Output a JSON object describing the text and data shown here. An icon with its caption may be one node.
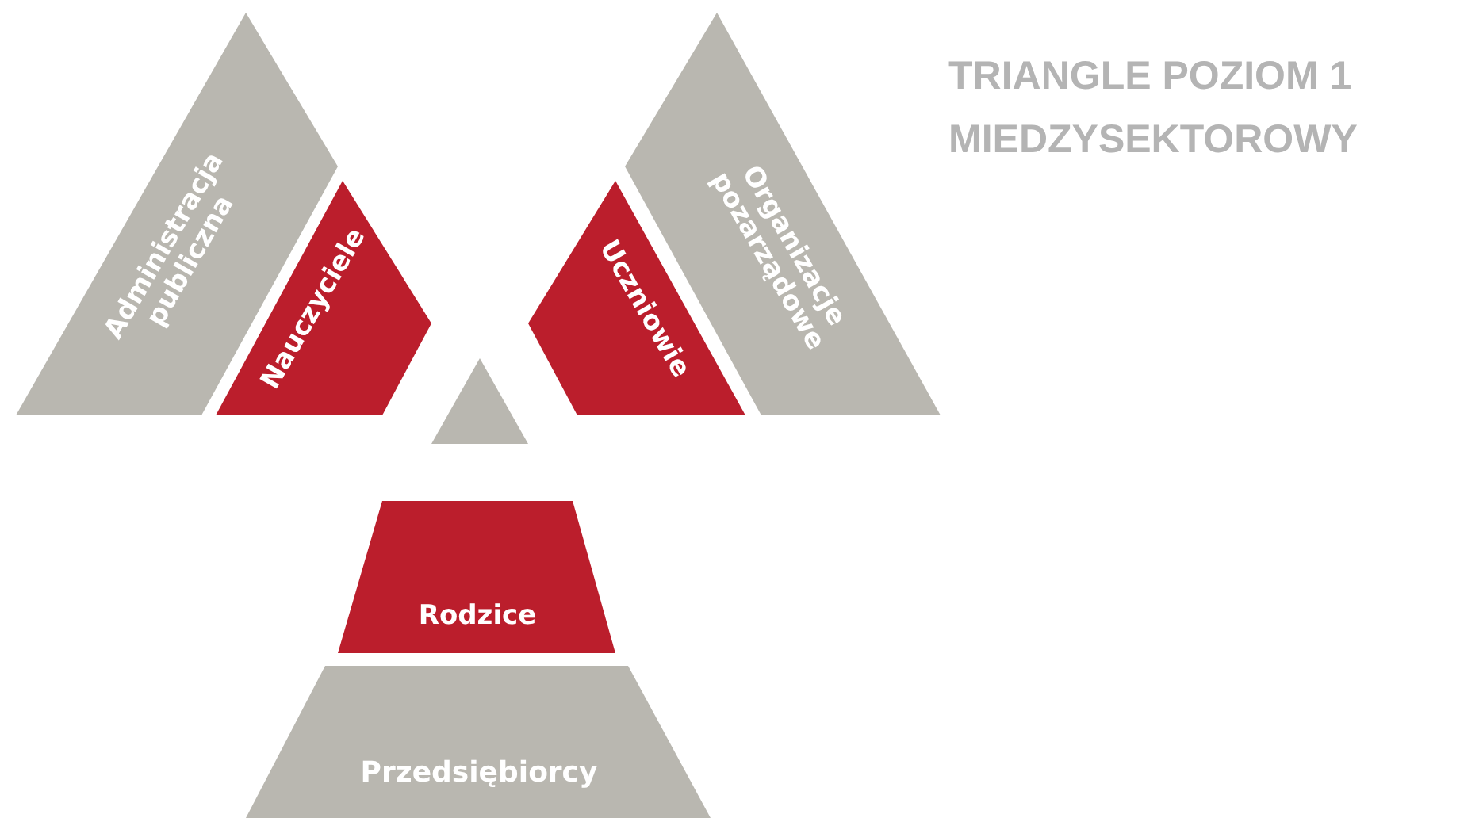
{
  "diagram": {
    "title": "TRIANGLE  POZIOM 1 MIEDZYSEKTOROWY",
    "nodes": [
      {
        "text": [
          "Administracja publiczna"
        ]
      },
      {
        "text": [
          "Nauczyciele"
        ]
      },
      {
        "text": [
          "Uczniowie"
        ]
      },
      {
        "text": [
          "Organizacje pozarządowe"
        ]
      },
      {
        "text": [],
        "shape": "triangle"
      },
      {
        "text": [
          "Rodzice"
        ]
      },
      {
        "text": [
          "Przedsiębiorcy"
        ]
      }
    ]
  }
}
